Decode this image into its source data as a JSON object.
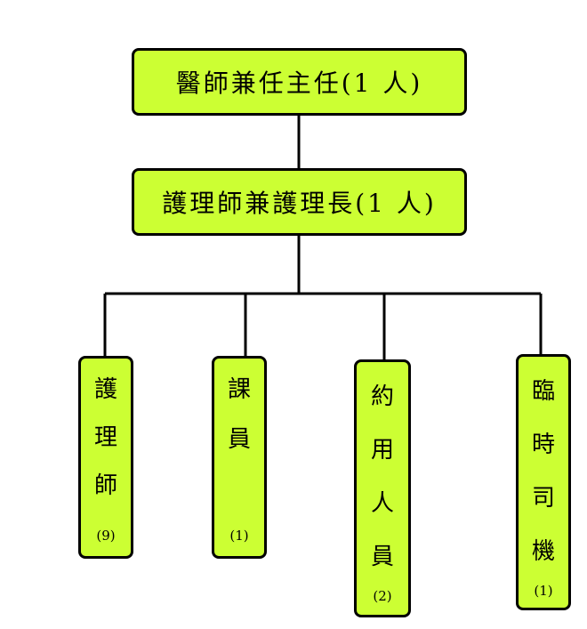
{
  "chart": {
    "director": {
      "title": "醫師兼任主任",
      "count": "(1 人)"
    },
    "head_nurse": {
      "title": "護理師兼護理長",
      "count": "(1 人)"
    },
    "staff": [
      {
        "chars": [
          "護",
          "理",
          "師"
        ],
        "count": "(9)"
      },
      {
        "chars": [
          "課",
          "員"
        ],
        "count": "(1)"
      },
      {
        "chars": [
          "約",
          "用",
          "人",
          "員"
        ],
        "count": "(2)"
      },
      {
        "chars": [
          "臨",
          "時",
          "司",
          "機"
        ],
        "count": "(1)"
      }
    ]
  },
  "colors": {
    "box_fill": "#ccff33",
    "stroke": "#000000"
  }
}
